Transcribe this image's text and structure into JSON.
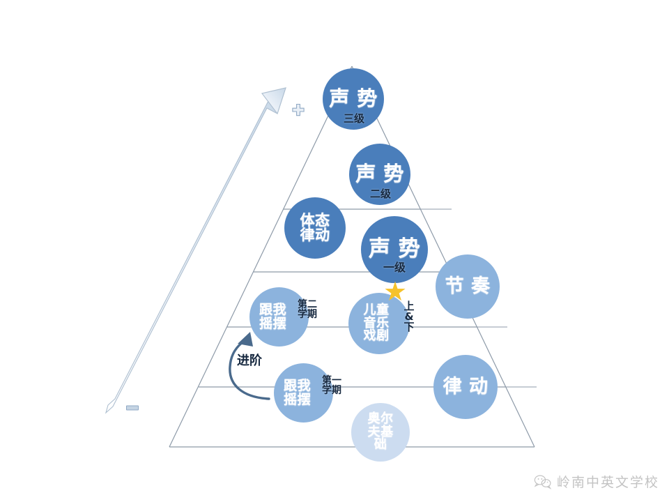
{
  "diagram": {
    "type": "pyramid-hierarchy",
    "title": "",
    "background_color": "#ffffff",
    "palette": {
      "dark_blue": "#4a7ebb",
      "mid_blue": "#8cb3dd",
      "light_blue": "#b9d0ea",
      "pale_blue": "#ccdcf0",
      "outline": "#8d9aa8",
      "star_yellow": "#f5c22b",
      "text_dark": "#16283f",
      "watermark_gray": "#b9b9b9"
    }
  },
  "axis_arrow": {
    "name": "difficulty-arrow",
    "direction": "upward",
    "top_marker": "+",
    "bottom_marker": "−"
  },
  "progression": {
    "label": "进阶",
    "arrow": "curved-up-arrow"
  },
  "nodes": [
    {
      "id": "sheng-shi-3",
      "label": "声\n势",
      "sublabel": "三级",
      "tier": 1,
      "tone": "dark"
    },
    {
      "id": "sheng-shi-2",
      "label": "声\n势",
      "sublabel": "二级",
      "tier": 2,
      "tone": "dark"
    },
    {
      "id": "ti-tai-lv-dong",
      "label": "体态\n律动",
      "sublabel": "",
      "tier": 3,
      "tone": "dark"
    },
    {
      "id": "sheng-shi-1",
      "label": "声\n势",
      "sublabel": "一级",
      "tier": 3,
      "tone": "dark"
    },
    {
      "id": "jie-zou",
      "label": "节\n奏",
      "sublabel": "",
      "tier": 3,
      "tone": "mid"
    },
    {
      "id": "gen-wo-yao-bai-2",
      "label": "跟我\n摇摆",
      "sublabel": "第二\n学期",
      "tier": 4,
      "tone": "mid"
    },
    {
      "id": "er-tong-yin-yue-xi-ju",
      "label": "儿童\n音乐\n戏剧",
      "sublabel": "上\n&\n下",
      "tier": 4,
      "tone": "mid"
    },
    {
      "id": "gen-wo-yao-bai-1",
      "label": "跟我\n摇摆",
      "sublabel": "第一\n学期",
      "tier": 5,
      "tone": "mid"
    },
    {
      "id": "lv-dong",
      "label": "律\n动",
      "sublabel": "",
      "tier": 5,
      "tone": "mid"
    },
    {
      "id": "ao-er-fu-ji-chu",
      "label": "奥尔\n夫基\n础",
      "sublabel": "",
      "tier": 6,
      "tone": "pale"
    }
  ],
  "watermark": {
    "icon": "wechat-icon",
    "text": "岭南中英文学校"
  }
}
